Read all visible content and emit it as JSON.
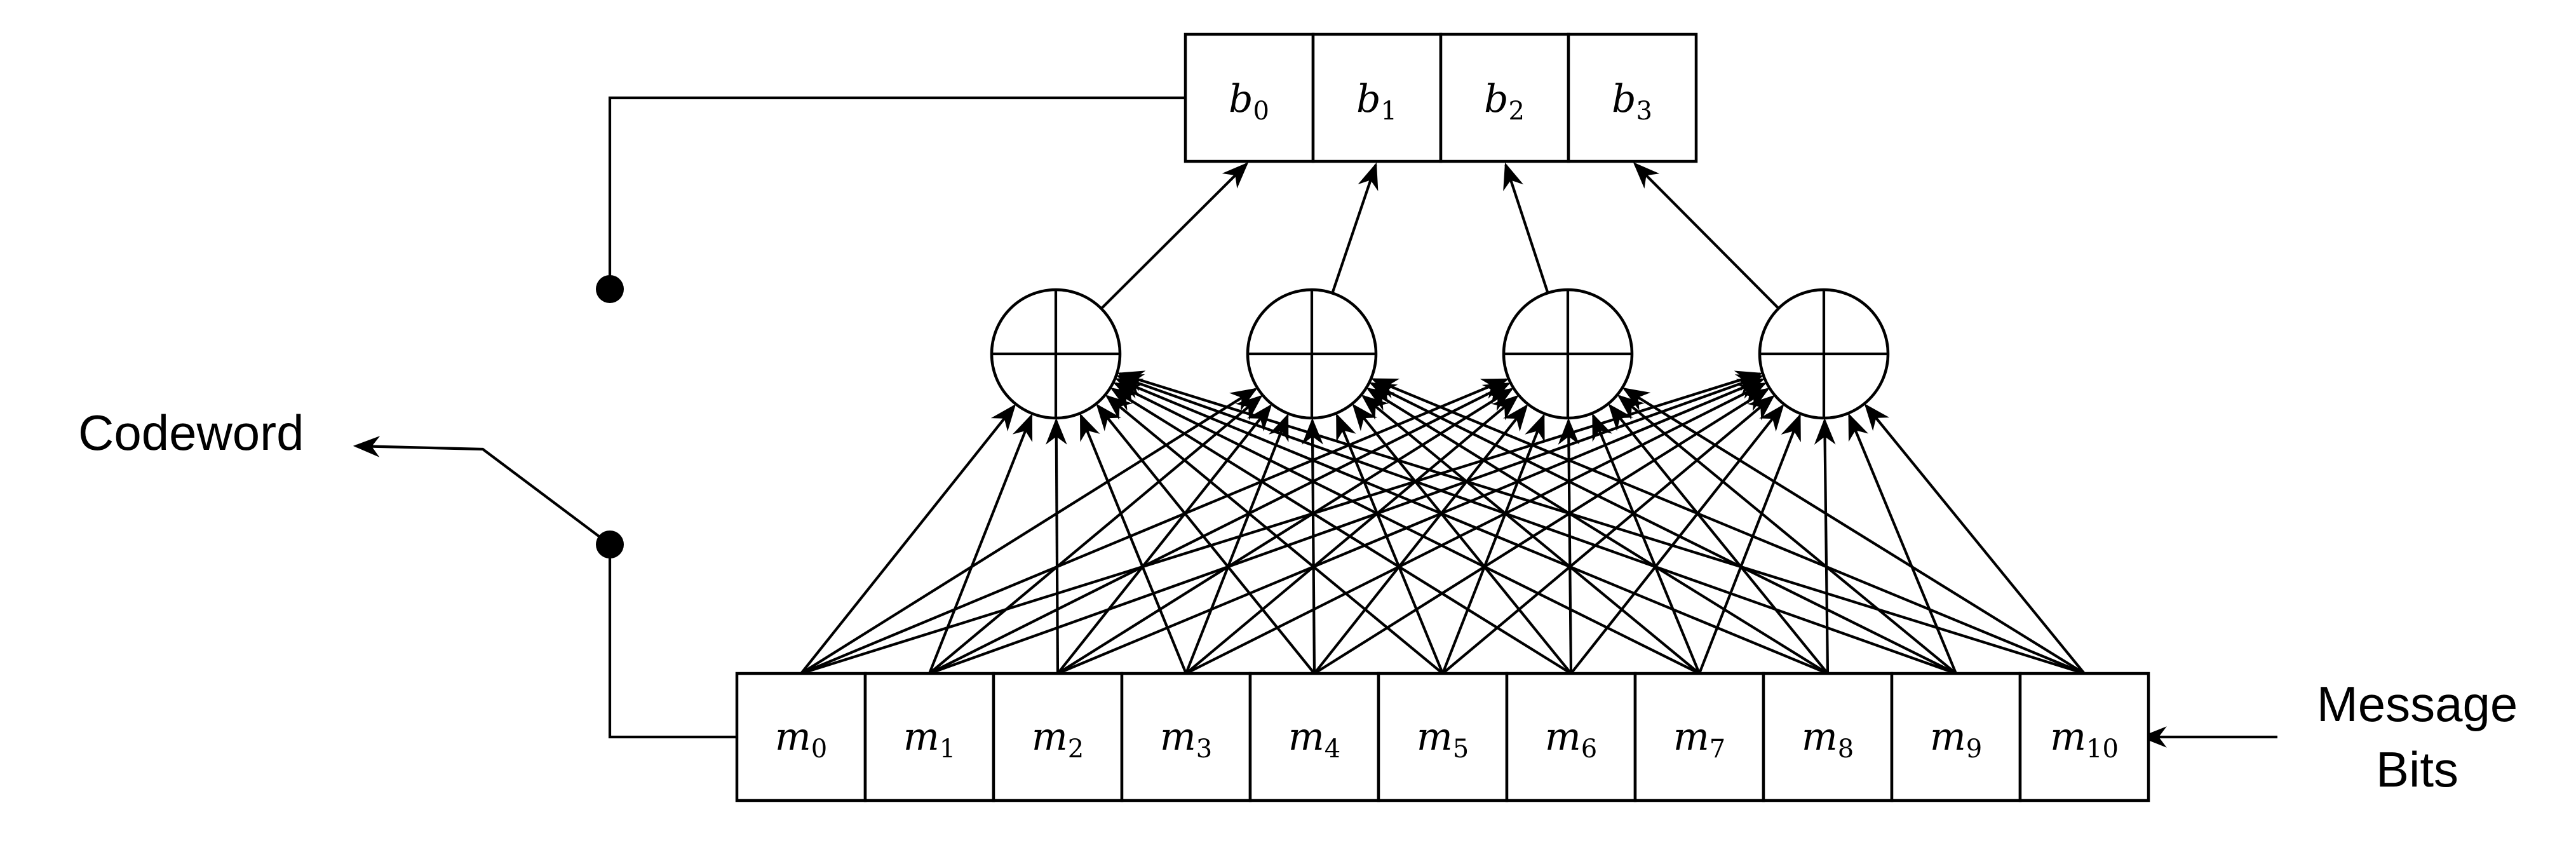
{
  "parity_bits": [
    {
      "base": "b",
      "sub": "0"
    },
    {
      "base": "b",
      "sub": "1"
    },
    {
      "base": "b",
      "sub": "2"
    },
    {
      "base": "b",
      "sub": "3"
    }
  ],
  "message_bits": [
    {
      "base": "m",
      "sub": "0"
    },
    {
      "base": "m",
      "sub": "1"
    },
    {
      "base": "m",
      "sub": "2"
    },
    {
      "base": "m",
      "sub": "3"
    },
    {
      "base": "m",
      "sub": "4"
    },
    {
      "base": "m",
      "sub": "5"
    },
    {
      "base": "m",
      "sub": "6"
    },
    {
      "base": "m",
      "sub": "7"
    },
    {
      "base": "m",
      "sub": "8"
    },
    {
      "base": "m",
      "sub": "9"
    },
    {
      "base": "m",
      "sub": "10"
    }
  ],
  "xor_nodes": [
    {
      "label": "",
      "inputs": [
        0,
        1,
        2,
        3,
        4,
        5,
        6,
        7,
        8,
        9,
        10
      ]
    },
    {
      "label": "",
      "inputs": [
        0,
        1,
        2,
        3,
        4,
        5,
        6,
        7,
        8,
        9,
        10
      ]
    },
    {
      "label": "",
      "inputs": [
        0,
        1,
        2,
        3,
        4,
        5,
        6,
        7,
        8,
        9,
        10
      ]
    },
    {
      "label": "",
      "inputs": [
        0,
        1,
        2,
        3,
        4,
        5,
        6,
        7,
        8,
        9,
        10
      ]
    }
  ],
  "labels": {
    "codeword": "Codeword",
    "message_line1": "Message",
    "message_line2": "Bits"
  }
}
